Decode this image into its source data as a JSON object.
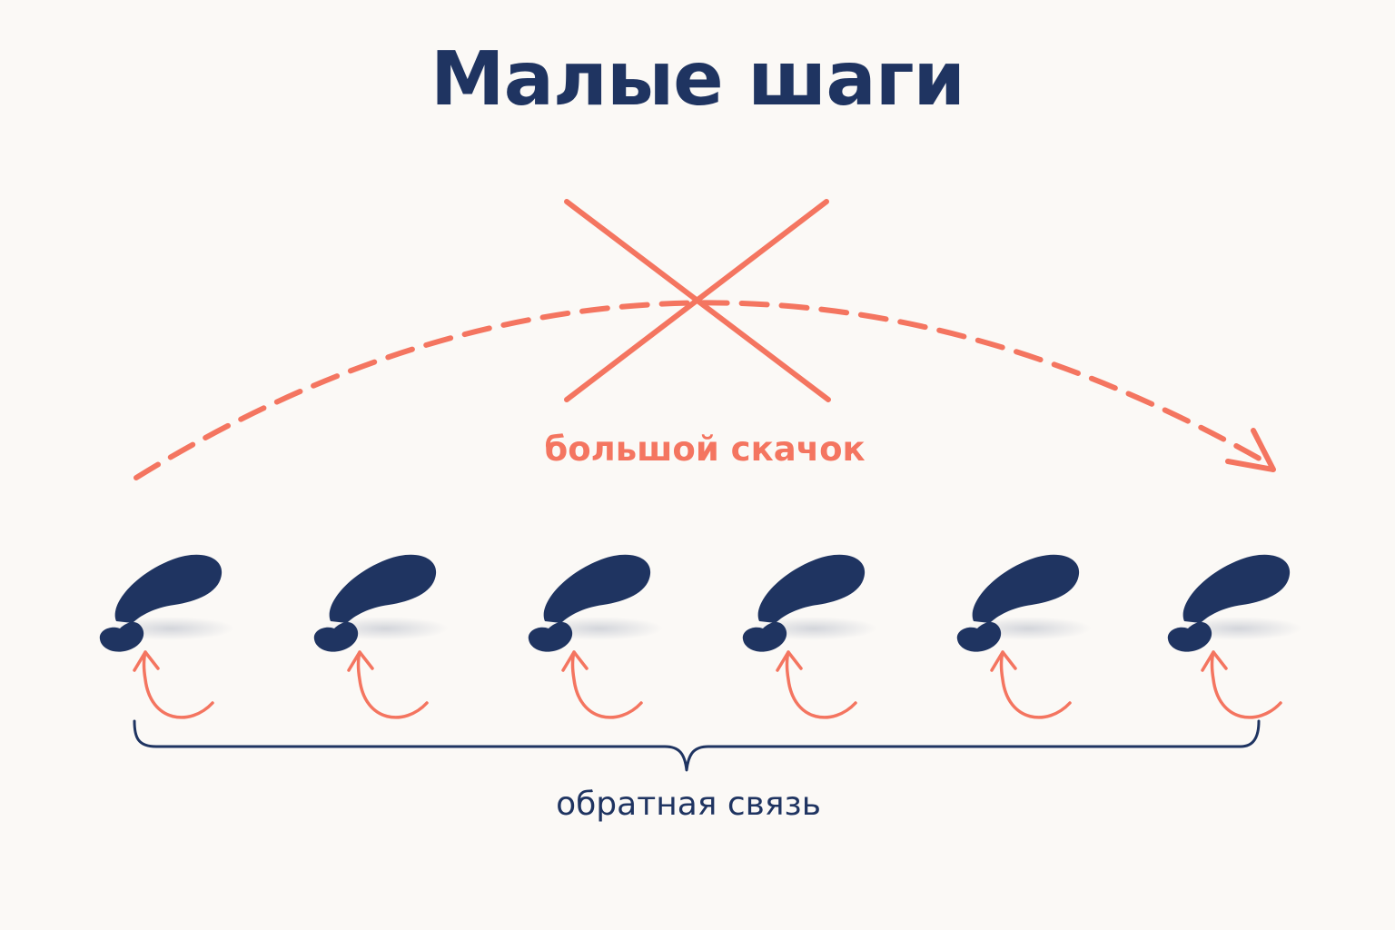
{
  "title": "Малые шаги",
  "big_jump": {
    "label": "большой скачок",
    "crossed_out": true
  },
  "feedback": {
    "label": "обратная связь"
  },
  "steps_count": 6,
  "colors": {
    "background": "#fbf9f6",
    "navy": "#1f3461",
    "coral": "#f47560"
  },
  "icons": {
    "step": "footprint-icon",
    "loop": "feedback-arrow-icon",
    "cross": "cross-icon"
  }
}
